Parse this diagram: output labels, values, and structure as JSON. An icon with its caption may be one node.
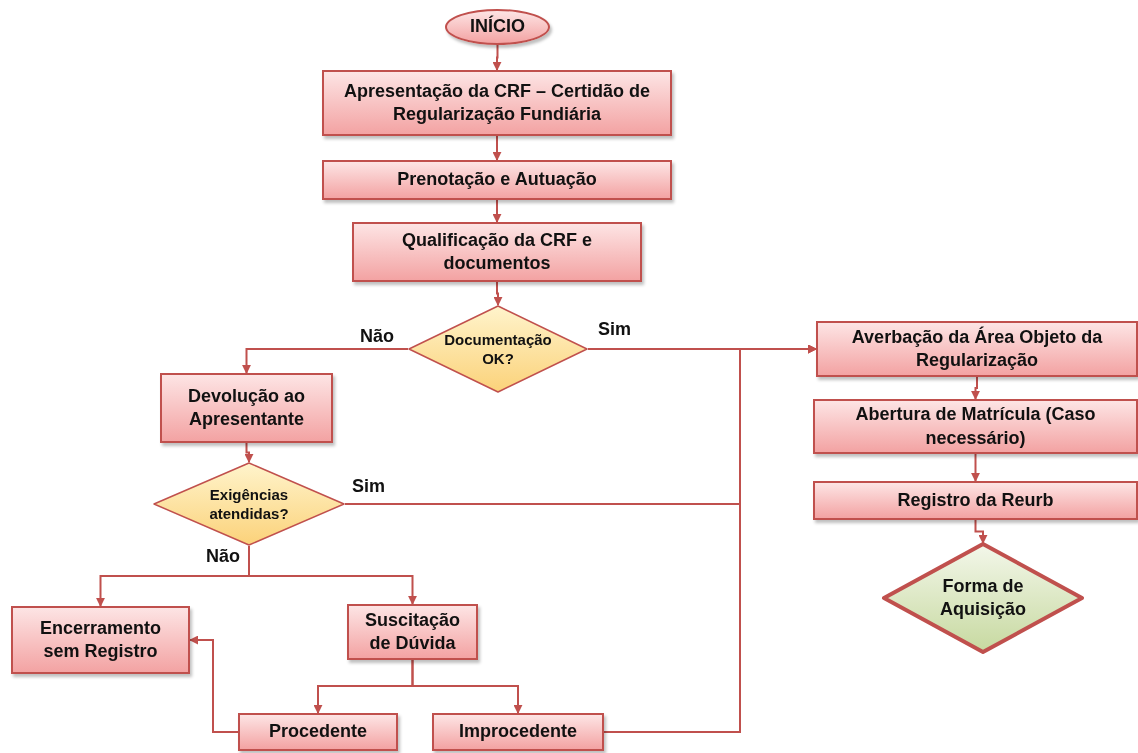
{
  "diagram": {
    "nodes": [
      {
        "text": [
          "INÍCIO"
        ]
      },
      {
        "text": [
          "Apresentação da CRF – Certidão de Regularização Fundiária"
        ]
      },
      {
        "text": [
          "Prenotação e Autuação"
        ]
      },
      {
        "text": [
          "Qualificação da CRF e documentos"
        ]
      },
      {
        "text": [
          "Documentação OK?"
        ]
      },
      {
        "text": [
          "Devolução ao Apresentante"
        ]
      },
      {
        "text": [
          "Exigências atendidas?"
        ]
      },
      {
        "text": [
          "Encerramento sem Registro"
        ]
      },
      {
        "text": [
          "Suscitação de Dúvida"
        ]
      },
      {
        "text": [
          "Procedente"
        ]
      },
      {
        "text": [
          "Improcedente"
        ]
      },
      {
        "text": [
          "Averbação da Área Objeto da Regularização"
        ]
      },
      {
        "text": [
          "Abertura de Matrícula (Caso necessário)"
        ]
      },
      {
        "text": [
          "Registro da Reurb"
        ]
      },
      {
        "text": [
          "Forma de Aquisição"
        ]
      }
    ],
    "edges": [
      {
        "from": 0,
        "to": 1,
        "arrow": "to"
      },
      {
        "from": 1,
        "to": 2,
        "arrow": "to"
      },
      {
        "from": 2,
        "to": 3,
        "arrow": "to"
      },
      {
        "from": 3,
        "to": 4,
        "arrow": "to"
      },
      {
        "from": 4,
        "to": 5,
        "arrow": "to",
        "label": "Não"
      },
      {
        "from": 4,
        "to": 11,
        "arrow": "to",
        "label": "Sim"
      },
      {
        "from": 5,
        "to": 6,
        "arrow": "to"
      },
      {
        "from": 6,
        "to": 11,
        "arrow": "to",
        "label": "Sim"
      },
      {
        "from": 6,
        "to": 7,
        "arrow": "to",
        "label": "Não"
      },
      {
        "from": 6,
        "to": 8,
        "arrow": "to"
      },
      {
        "from": 8,
        "to": 9,
        "arrow": "to"
      },
      {
        "from": 8,
        "to": 10,
        "arrow": "to"
      },
      {
        "from": 9,
        "to": 7,
        "arrow": "to"
      },
      {
        "from": 10,
        "to": 11,
        "arrow": "to"
      },
      {
        "from": 11,
        "to": 12,
        "arrow": "to"
      },
      {
        "from": 12,
        "to": 13,
        "arrow": "to"
      },
      {
        "from": 13,
        "to": 14,
        "arrow": "to"
      }
    ]
  }
}
